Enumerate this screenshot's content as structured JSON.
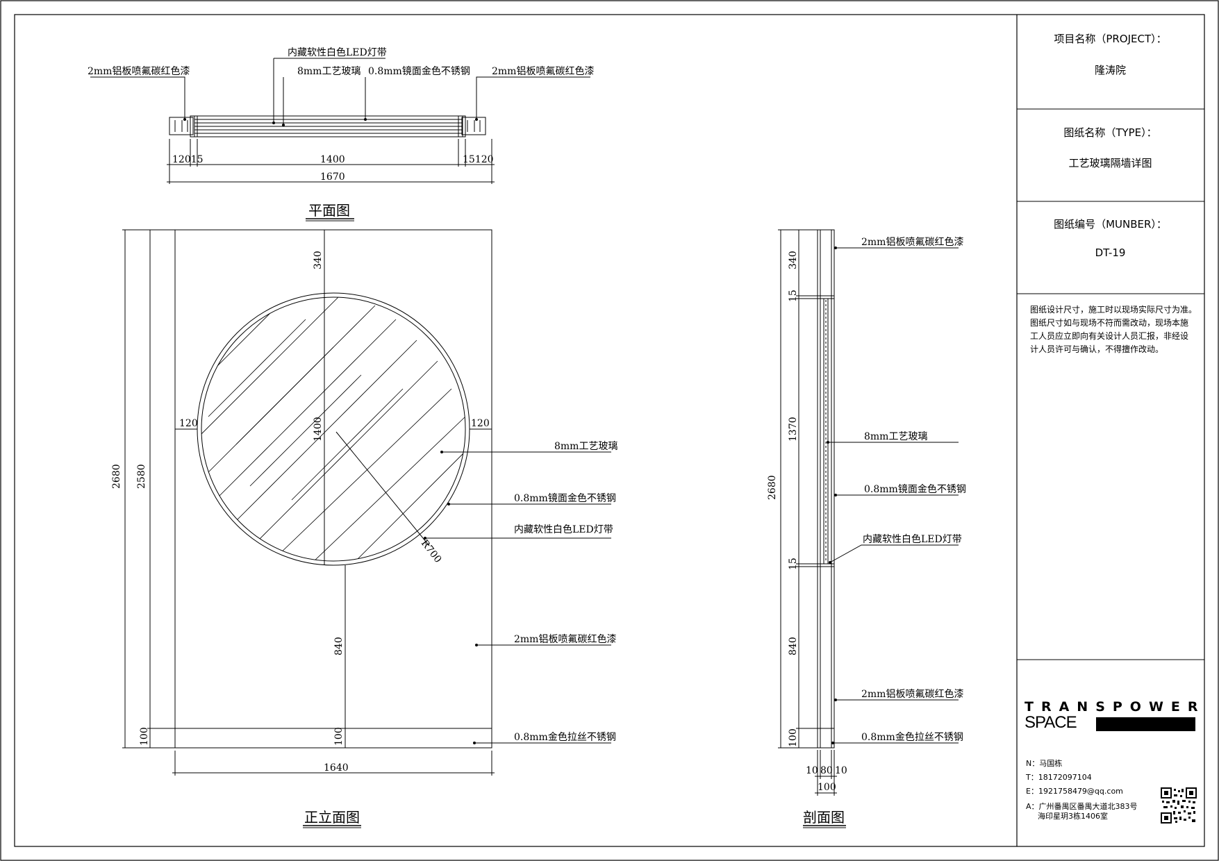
{
  "plan": {
    "title": "平面图",
    "label_left_panel": "2mm铝板喷氟碳红色漆",
    "label_led": "内藏软性白色LED灯带",
    "label_glass": "8mm工艺玻璃",
    "label_steel": "0.8mm镜面金色不锈钢",
    "label_right_panel": "2mm铝板喷氟碳红色漆",
    "dim_left": "12015",
    "dim_center": "1400",
    "dim_right": "15120",
    "dim_total": "1670"
  },
  "elevation": {
    "title": "正立面图",
    "dim_total_height": "2680",
    "dim_inner_height": "2580",
    "dim_top": "340",
    "dim_diameter": "1400",
    "dim_left_gap": "120",
    "dim_right_gap": "120",
    "dim_radius": "R700",
    "dim_bottom_gap": "840",
    "dim_base_left": "100",
    "dim_base_center": "100",
    "dim_width": "1640",
    "label_glass": "8mm工艺玻璃",
    "label_steel": "0.8mm镜面金色不锈钢",
    "label_led": "内藏软性白色LED灯带",
    "label_panel": "2mm铝板喷氟碳红色漆",
    "label_base": "0.8mm金色拉丝不锈钢"
  },
  "section": {
    "title": "剖面图",
    "dim_total": "2680",
    "dim_top": "340",
    "dim_gap_top": "15",
    "dim_middle": "1370",
    "dim_gap_bottom": "15",
    "dim_bottom": "840",
    "dim_base": "100",
    "dim_w_left": "10",
    "dim_w_mid": "80",
    "dim_w_right": "10",
    "dim_w_total": "100",
    "label_panel_top": "2mm铝板喷氟碳红色漆",
    "label_glass": "8mm工艺玻璃",
    "label_steel": "0.8mm镜面金色不锈钢",
    "label_led": "内藏软性白色LED灯带",
    "label_panel_bottom": "2mm铝板喷氟碳红色漆",
    "label_base": "0.8mm金色拉丝不锈钢"
  },
  "title_block": {
    "project_label": "项目名称（PROJECT）：",
    "project_value": "隆涛院",
    "type_label": "图纸名称（TYPE）：",
    "type_value": "工艺玻璃隔墙详图",
    "number_label": "图纸编号（MUNBER）：",
    "number_value": "DT-19",
    "note_lines": [
      "图纸设计尺寸，施工时以现场实际尺寸为准。",
      "图纸尺寸如与现场不符而需改动，现场本施",
      "工人员应立即向有关设计人员汇报，非经设",
      "计人员许可与确认，不得擅作改动。"
    ],
    "brand_line1": "TRANSPOWER",
    "brand_line2": "SPACE",
    "contact_name": "N：马国栋",
    "contact_tel": "T：18172097104",
    "contact_email": "E：1921758479@qq.com",
    "contact_addr1": "A：广州番禺区番禺大道北383号",
    "contact_addr2": "海印星玥3栋1406室",
    "qr_icon": "qr-code-icon"
  }
}
